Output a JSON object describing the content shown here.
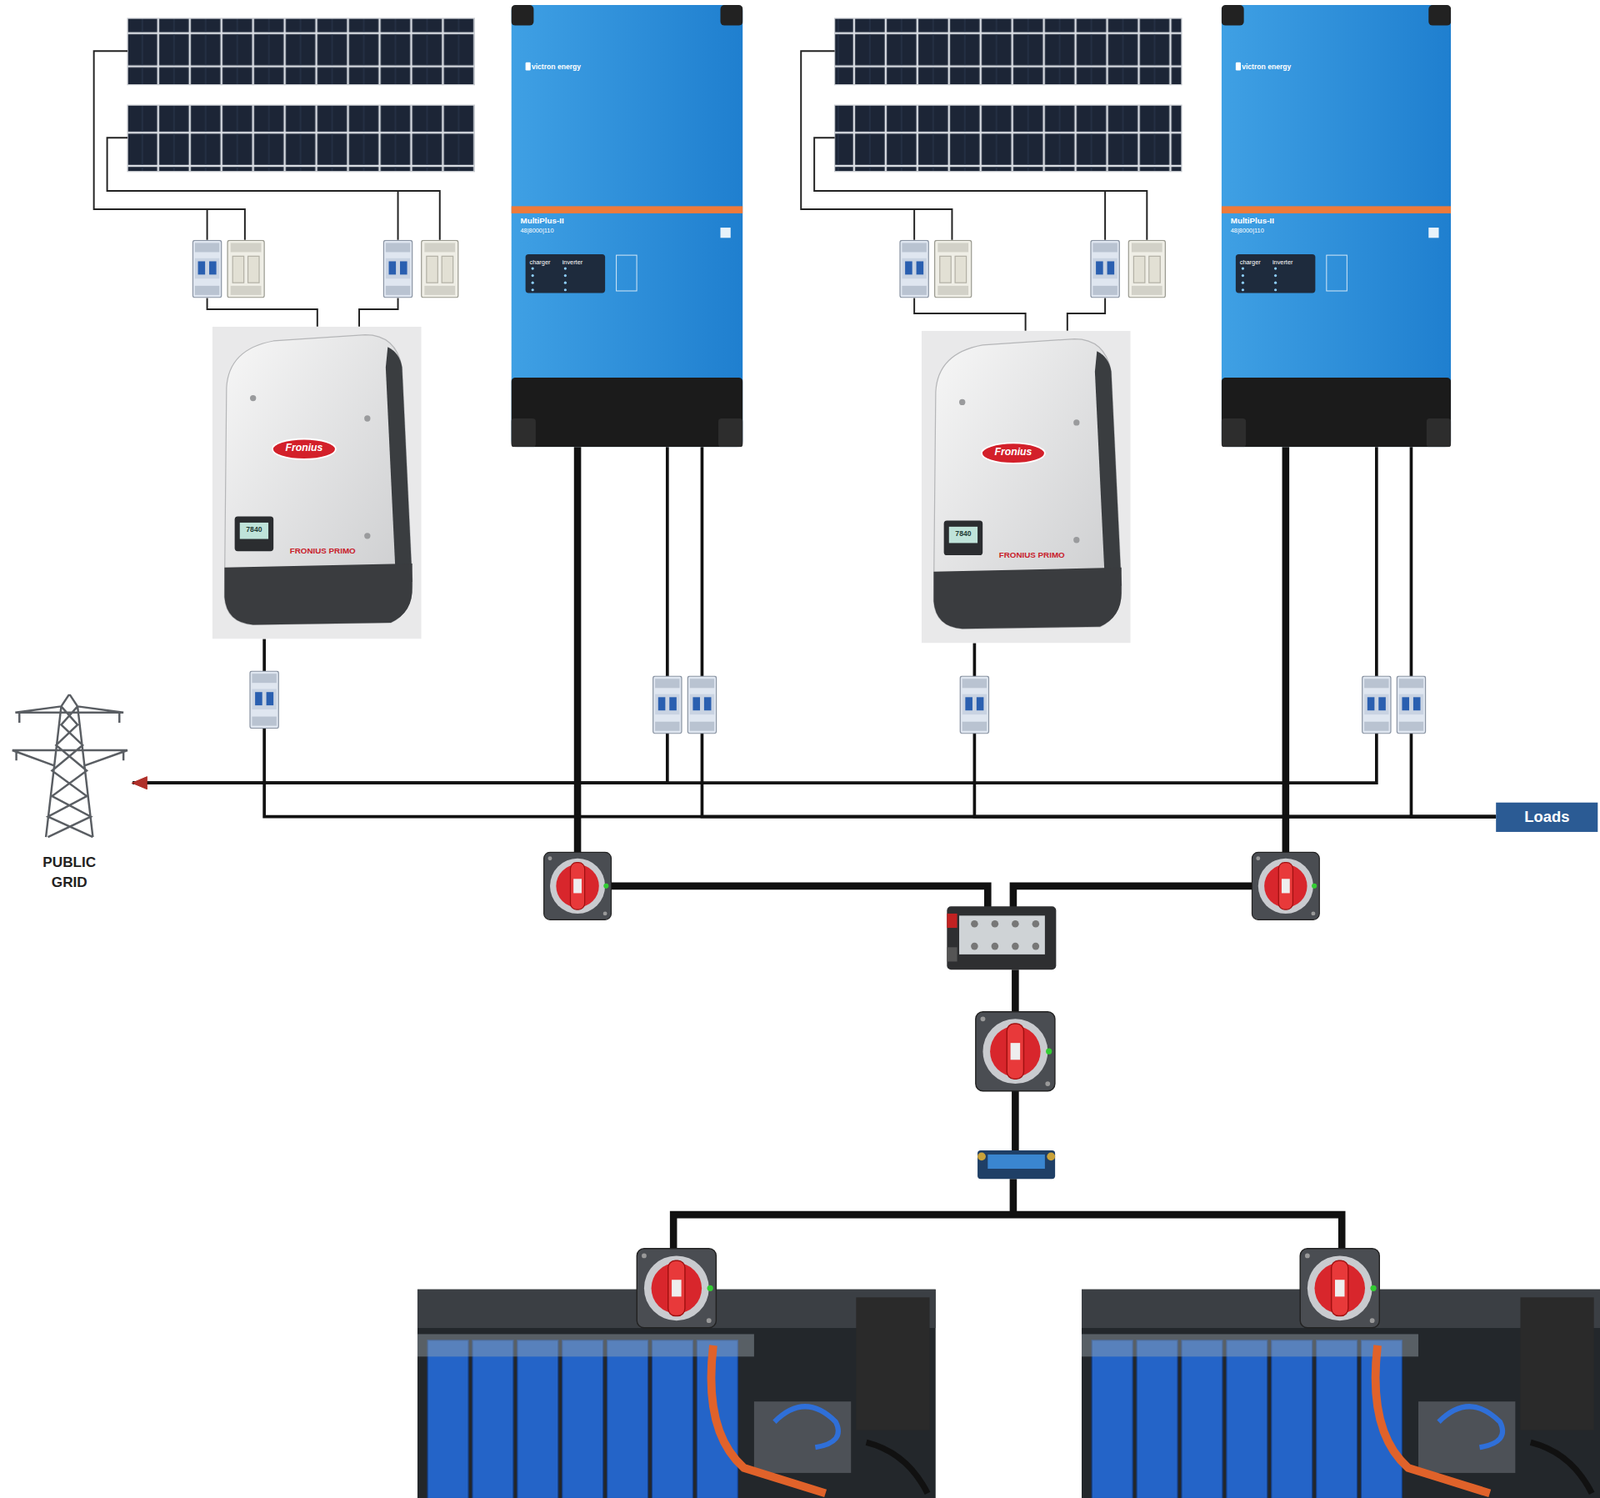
{
  "diagram": {
    "nodes": [
      {
        "text": [
          "Fronius",
          "7840",
          "FRONIUS PRIMO"
        ]
      },
      {
        "text": [
          "victron energy",
          "MultiPlus-II",
          "48|8000|110",
          "charger",
          "inverter"
        ]
      },
      {
        "text": [
          "Fronius",
          "7840",
          "FRONIUS PRIMO"
        ]
      },
      {
        "text": [
          "victron energy",
          "MultiPlus-II",
          "48|8000|110",
          "charger",
          "inverter"
        ]
      },
      {
        "text": [
          "PUBLIC GRID"
        ]
      },
      {
        "text": [
          "Loads"
        ]
      }
    ],
    "edges": [
      {
        "from": 1,
        "to": 4,
        "arrow": "to"
      },
      {
        "from": 3,
        "to": 4,
        "arrow": "to"
      },
      {
        "from": 0,
        "to": 5,
        "arrow": "none"
      },
      {
        "from": 1,
        "to": 5,
        "arrow": "none"
      },
      {
        "from": 2,
        "to": 5,
        "arrow": "none"
      },
      {
        "from": 3,
        "to": 5,
        "arrow": "none"
      }
    ]
  }
}
